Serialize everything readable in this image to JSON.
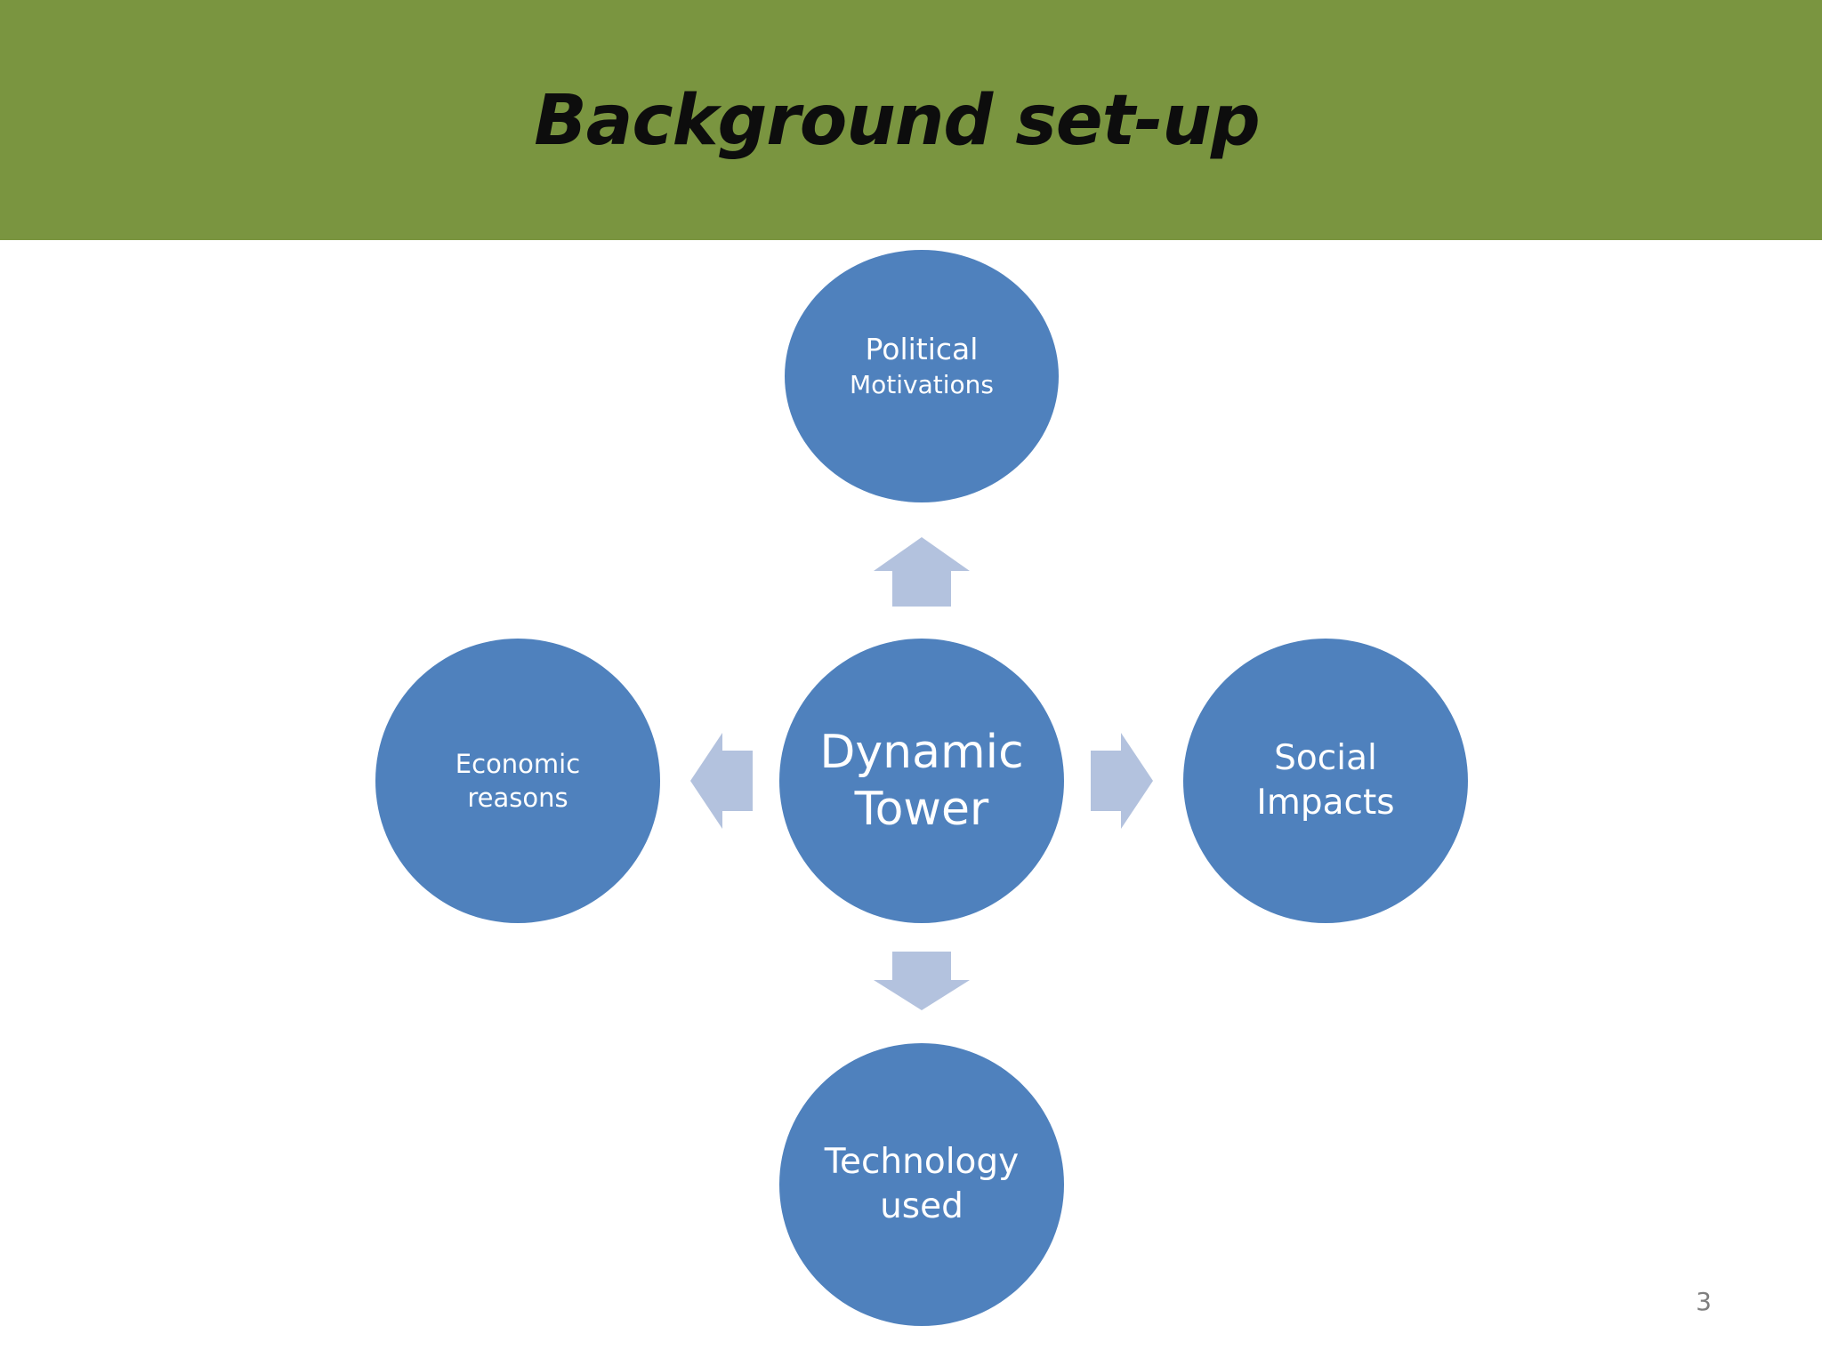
{
  "slide": {
    "title": "Background set-up",
    "page_number": "3"
  },
  "diagram": {
    "center": {
      "line1": "Dynamic",
      "line2": "Tower"
    },
    "top": {
      "line1": "Political",
      "line2": "Motivations"
    },
    "left": {
      "line1": "Economic",
      "line2": "reasons"
    },
    "right": {
      "line1": "Social",
      "line2": "Impacts"
    },
    "bottom": {
      "line1": "Technology",
      "line2": "used"
    }
  },
  "colors": {
    "header_band": "#7a9540",
    "node_fill": "#4f81bd",
    "arrow_fill": "#b3c2de",
    "node_text": "#ffffff",
    "title_text": "#0d0d0d"
  }
}
